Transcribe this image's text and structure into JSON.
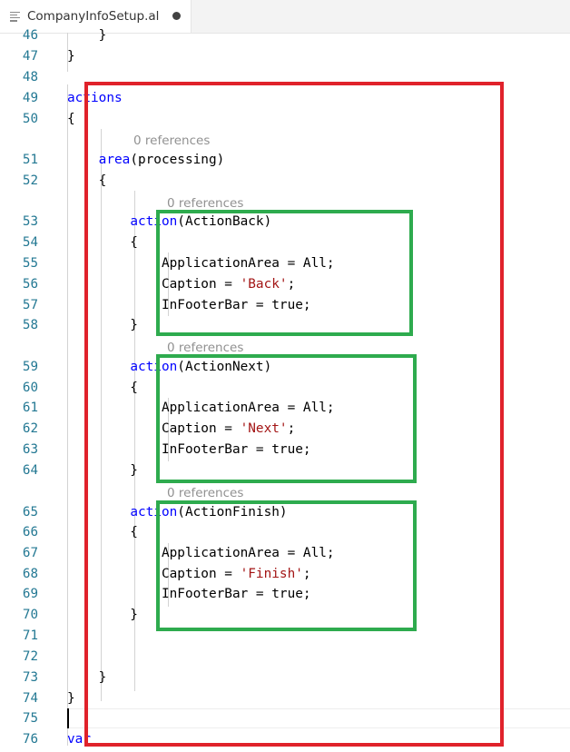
{
  "tab": {
    "file_name": "CompanyInfoSetup.al",
    "file_icon": "lines-file-icon",
    "modified_indicator": "dirty-dot"
  },
  "colors": {
    "keyword": "#0000ff",
    "string": "#a31515",
    "line_number": "#237893",
    "codelens": "#919191",
    "highlight_red": "#e0222b",
    "highlight_green": "#2eab4e"
  },
  "editor": {
    "cursor_line": "75",
    "codelens": {
      "actions_area": "0 references",
      "action_back": "0 references",
      "action_next": "0 references",
      "action_finish": "0 references"
    },
    "lines": [
      {
        "num": "46",
        "segments": [
          {
            "t": "    }",
            "c": "plain"
          }
        ]
      },
      {
        "num": "47",
        "segments": [
          {
            "t": "}",
            "c": "plain"
          }
        ]
      },
      {
        "num": "48",
        "segments": []
      },
      {
        "num": "49",
        "segments": [
          {
            "t": "actions",
            "c": "kw"
          }
        ]
      },
      {
        "num": "50",
        "segments": [
          {
            "t": "{",
            "c": "plain"
          }
        ]
      },
      {
        "num": "51",
        "segments": [
          {
            "t": "    ",
            "c": "plain"
          },
          {
            "t": "area",
            "c": "kw"
          },
          {
            "t": "(processing)",
            "c": "plain"
          }
        ]
      },
      {
        "num": "52",
        "segments": [
          {
            "t": "    {",
            "c": "plain"
          }
        ]
      },
      {
        "num": "53",
        "segments": [
          {
            "t": "        ",
            "c": "plain"
          },
          {
            "t": "action",
            "c": "kw"
          },
          {
            "t": "(ActionBack)",
            "c": "plain"
          }
        ]
      },
      {
        "num": "54",
        "segments": [
          {
            "t": "        {",
            "c": "plain"
          }
        ]
      },
      {
        "num": "55",
        "segments": [
          {
            "t": "            ApplicationArea = All;",
            "c": "plain"
          }
        ]
      },
      {
        "num": "56",
        "segments": [
          {
            "t": "            Caption = ",
            "c": "plain"
          },
          {
            "t": "'Back'",
            "c": "str"
          },
          {
            "t": ";",
            "c": "plain"
          }
        ]
      },
      {
        "num": "57",
        "segments": [
          {
            "t": "            InFooterBar = true;",
            "c": "plain"
          }
        ]
      },
      {
        "num": "58",
        "segments": [
          {
            "t": "        }",
            "c": "plain"
          }
        ]
      },
      {
        "num": "59",
        "segments": [
          {
            "t": "        ",
            "c": "plain"
          },
          {
            "t": "action",
            "c": "kw"
          },
          {
            "t": "(ActionNext)",
            "c": "plain"
          }
        ]
      },
      {
        "num": "60",
        "segments": [
          {
            "t": "        {",
            "c": "plain"
          }
        ]
      },
      {
        "num": "61",
        "segments": [
          {
            "t": "            ApplicationArea = All;",
            "c": "plain"
          }
        ]
      },
      {
        "num": "62",
        "segments": [
          {
            "t": "            Caption = ",
            "c": "plain"
          },
          {
            "t": "'Next'",
            "c": "str"
          },
          {
            "t": ";",
            "c": "plain"
          }
        ]
      },
      {
        "num": "63",
        "segments": [
          {
            "t": "            InFooterBar = true;",
            "c": "plain"
          }
        ]
      },
      {
        "num": "64",
        "segments": [
          {
            "t": "        }",
            "c": "plain"
          }
        ]
      },
      {
        "num": "65",
        "segments": [
          {
            "t": "        ",
            "c": "plain"
          },
          {
            "t": "action",
            "c": "kw"
          },
          {
            "t": "(ActionFinish)",
            "c": "plain"
          }
        ]
      },
      {
        "num": "66",
        "segments": [
          {
            "t": "        {",
            "c": "plain"
          }
        ]
      },
      {
        "num": "67",
        "segments": [
          {
            "t": "            ApplicationArea = All;",
            "c": "plain"
          }
        ]
      },
      {
        "num": "68",
        "segments": [
          {
            "t": "            Caption = ",
            "c": "plain"
          },
          {
            "t": "'Finish'",
            "c": "str"
          },
          {
            "t": ";",
            "c": "plain"
          }
        ]
      },
      {
        "num": "69",
        "segments": [
          {
            "t": "            InFooterBar = true;",
            "c": "plain"
          }
        ]
      },
      {
        "num": "70",
        "segments": [
          {
            "t": "        }",
            "c": "plain"
          }
        ]
      },
      {
        "num": "71",
        "segments": []
      },
      {
        "num": "72",
        "segments": []
      },
      {
        "num": "73",
        "segments": [
          {
            "t": "    }",
            "c": "plain"
          }
        ]
      },
      {
        "num": "74",
        "segments": [
          {
            "t": "}",
            "c": "plain"
          }
        ]
      },
      {
        "num": "75",
        "segments": []
      },
      {
        "num": "76",
        "segments": [
          {
            "t": "var",
            "c": "kw"
          }
        ]
      }
    ]
  }
}
